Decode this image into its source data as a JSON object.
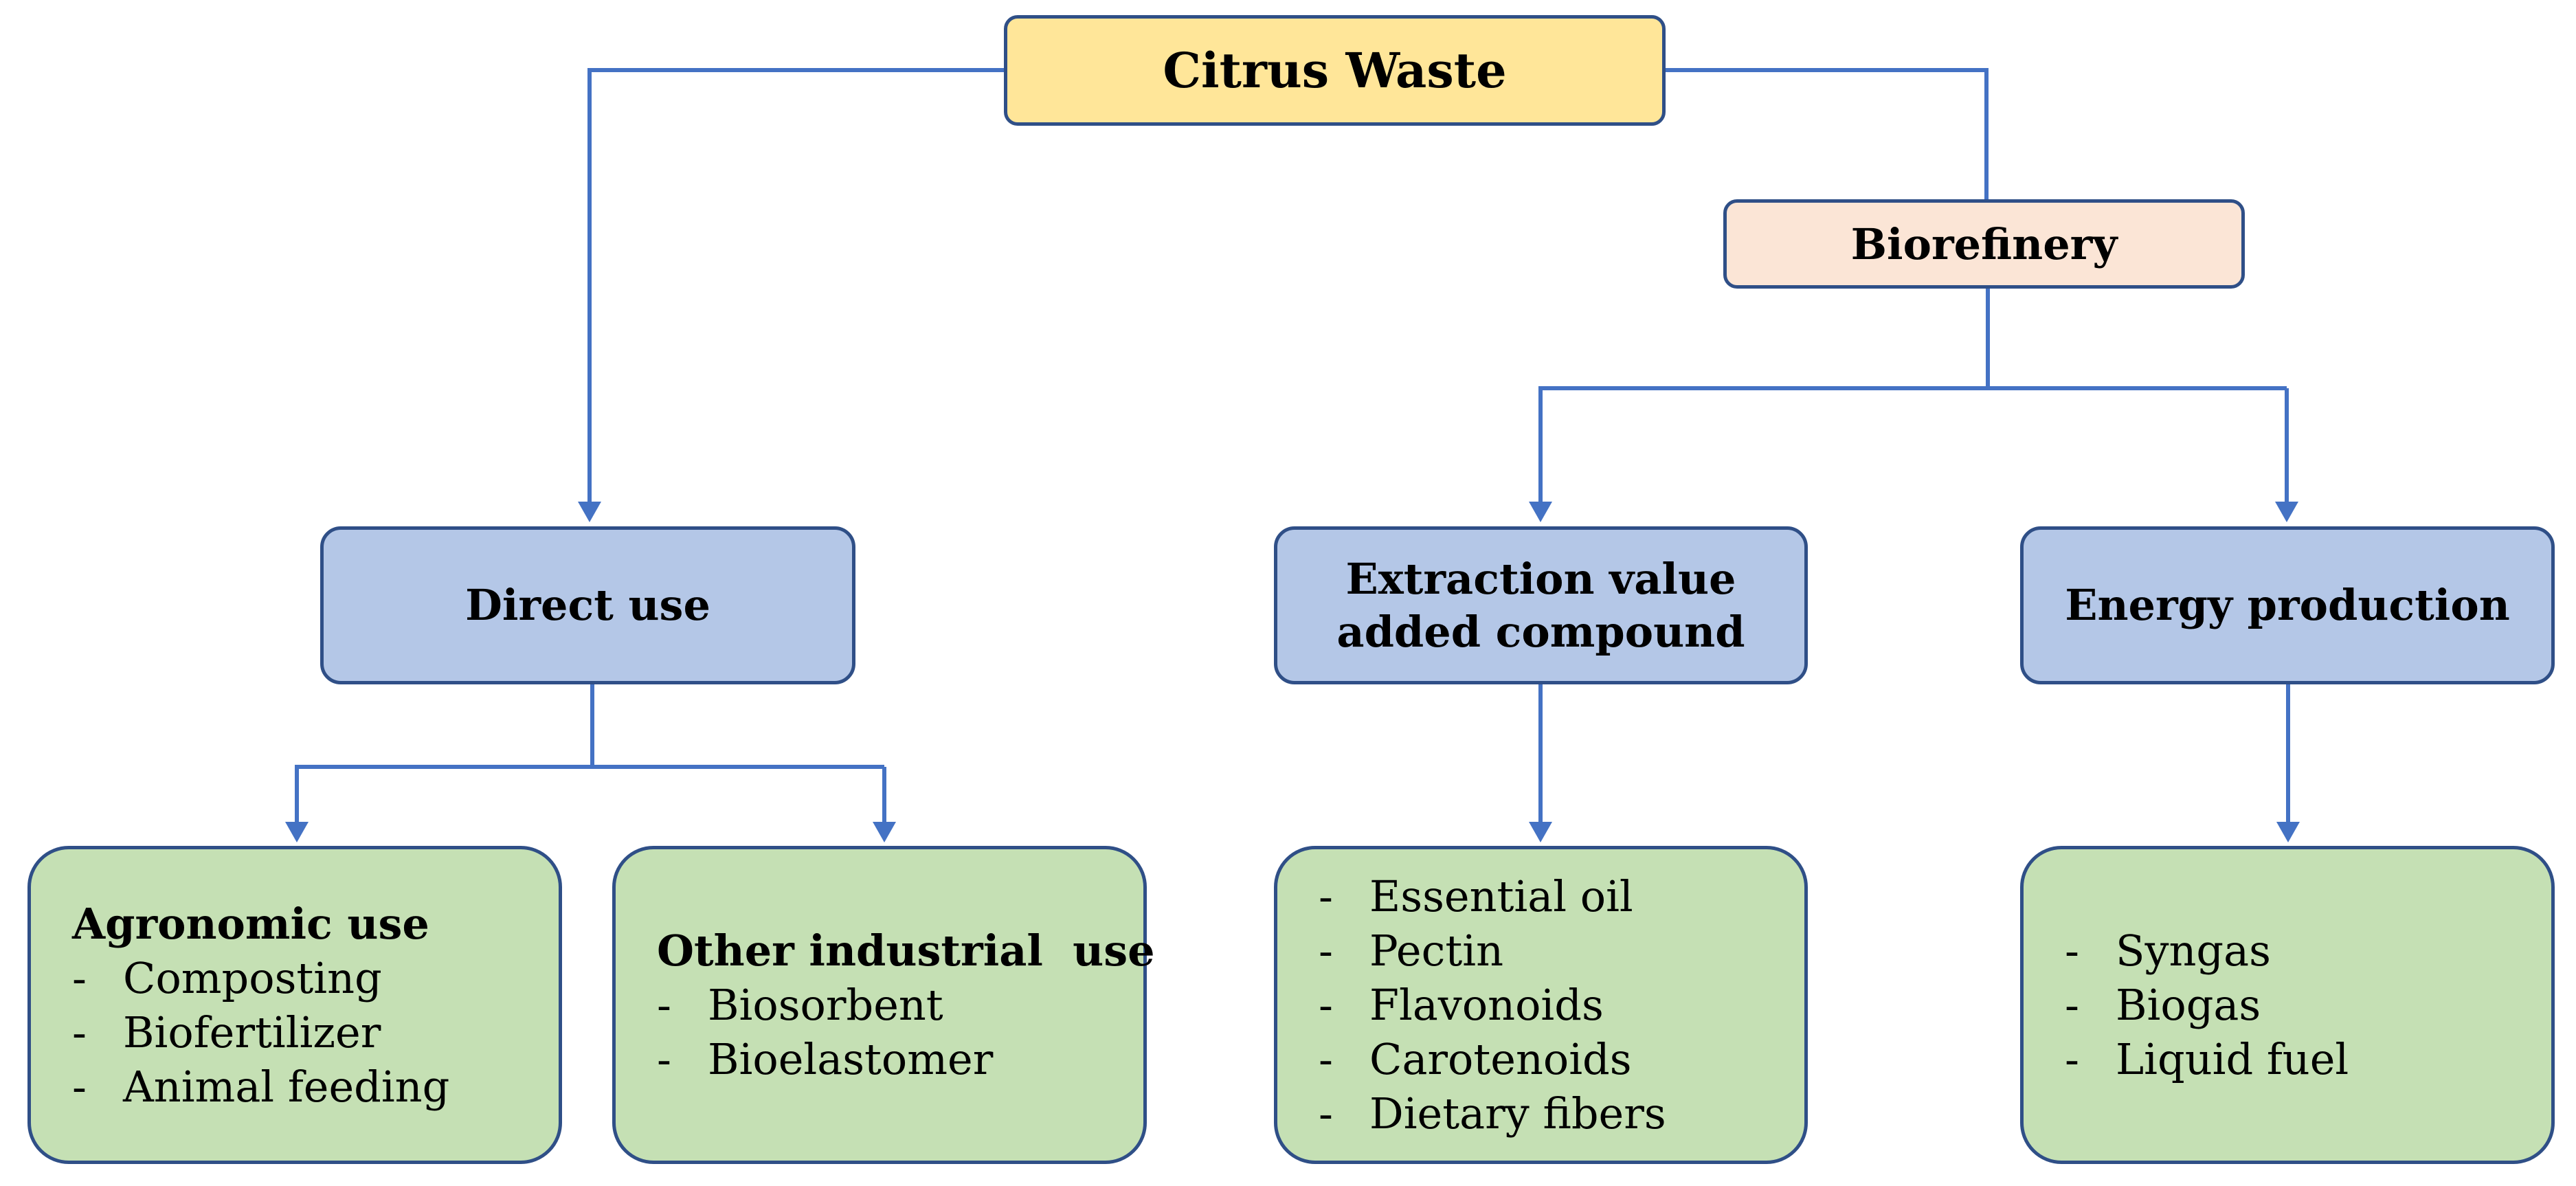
{
  "colors": {
    "connector": "#4472c4",
    "border": "#2f4f87",
    "root_fill": "#ffe699",
    "biorefinery_fill": "#fbe5d6",
    "category_fill": "#b4c7e7",
    "list_fill": "#c5e0b4"
  },
  "root": {
    "label": "Citrus Waste"
  },
  "biorefinery": {
    "label": "Biorefinery"
  },
  "categories": {
    "direct_use": {
      "label": "Direct use"
    },
    "extraction": {
      "label": "Extraction value\nadded compound"
    },
    "energy": {
      "label": "Energy production"
    }
  },
  "lists": {
    "agronomic": {
      "heading": "Agronomic use",
      "items": [
        "Composting",
        "Biofertilizer",
        "Animal feeding"
      ]
    },
    "industrial": {
      "heading": "Other industrial  use",
      "items": [
        "Biosorbent",
        "Bioelastomer"
      ]
    },
    "compounds": {
      "heading": "",
      "items": [
        "Essential oil",
        "Pectin",
        "Flavonoids",
        "Carotenoids",
        "Dietary fibers"
      ]
    },
    "fuels": {
      "heading": "",
      "items": [
        "Syngas",
        "Biogas",
        "Liquid fuel"
      ]
    }
  },
  "bullet": "-"
}
